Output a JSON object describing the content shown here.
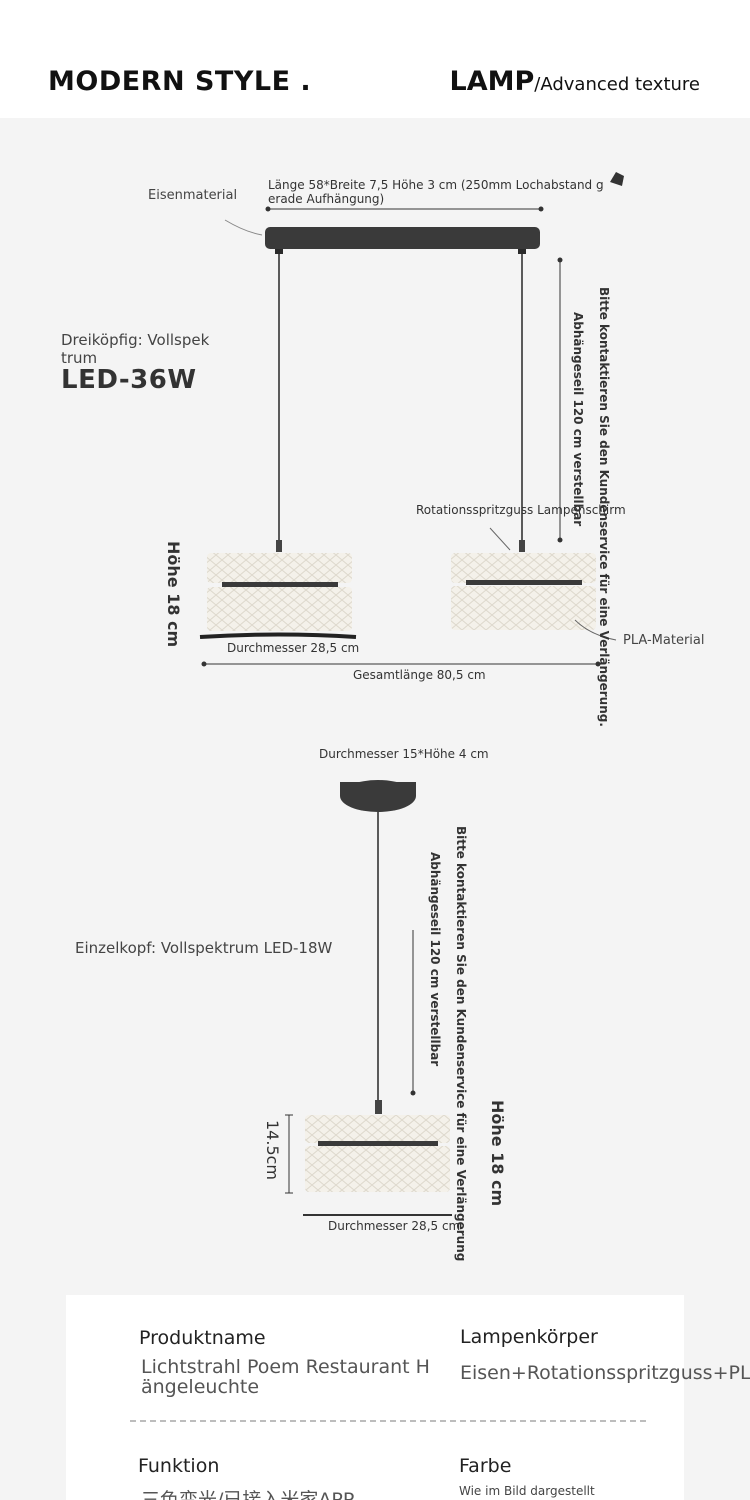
{
  "header": {
    "left_title": "MODERN STYLE .",
    "right_title": "LAMP",
    "right_subtitle": "/Advanced texture"
  },
  "top_lamp": {
    "material_label": "Eisenmaterial",
    "bar_dims_line1": "Länge 58*Breite 7,5 Höhe 3 cm (250mm Lochabstand g",
    "bar_dims_line2": "erade Aufhängung)",
    "head_label_line1": "Dreiköpfig: Vollspek",
    "head_label_line2": "trum",
    "led_power": "LED-36W",
    "rotation_label": "Rotationsspritzguss Lampenschirm",
    "cable_adjust": "Abhängeseil 120 cm verstellbar",
    "contact_note": "Bitte kontaktieren Sie den Kundenservice für eine Verlängerung.",
    "height_label": "Höhe 18 cm",
    "diameter_label": "Durchmesser 28,5 cm",
    "pla_label": "PLA-Material",
    "total_length": "Gesamtlänge 80,5 cm"
  },
  "single_lamp": {
    "canopy_dims": "Durchmesser 15*Höhe 4 cm",
    "head_label": "Einzelkopf: Vollspektrum LED-18W",
    "contact_note": "Bitte kontaktieren Sie den Kundenservice für eine Verlängerung",
    "cable_adjust": "Abhängeseil 120 cm verstellbar",
    "inner_height": "14.5cm",
    "height_label": "Höhe 18 cm",
    "diameter_label": "Durchmesser 28,5 cm"
  },
  "spec_card": {
    "product_name_label": "Produktname",
    "product_name_line1": "Lichtstrahl Poem Restaurant H",
    "product_name_line2": "ängeleuchte",
    "body_label": "Lampenkörper",
    "body_value": "Eisen+Rotationsspritzguss+PLA",
    "function_label": "Funktion",
    "function_value": "三色变光/已接入米家APP",
    "color_label": "Farbe",
    "color_value": "Wie im Bild dargestellt"
  }
}
